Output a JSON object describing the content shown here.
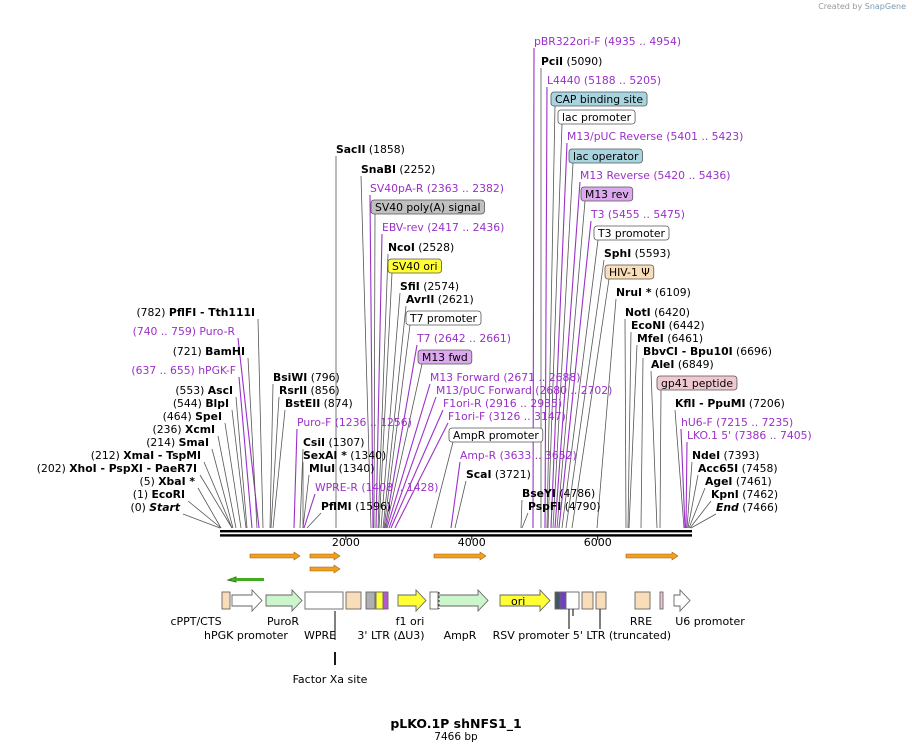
{
  "plasmid": {
    "name": "pLKO.1P shNFS1_1",
    "size": "7466 bp"
  },
  "credit": {
    "prefix": "Created by",
    "brand": "SnapGene"
  },
  "colors": {
    "enzyme": "#000000",
    "primer": "#9b30c8",
    "line_black": "#555555",
    "line_purple": "#9b30c8"
  },
  "ticks": [
    "2000",
    "4000",
    "6000"
  ],
  "labels": [
    {
      "text": "pBR322ori-F",
      "coords": "(4935 .. 4954)",
      "kind": "primer"
    },
    {
      "text": "PciI",
      "coords": "(5090)",
      "kind": "enzyme"
    },
    {
      "text": "L4440",
      "coords": "(5188 .. 5205)",
      "kind": "primer"
    },
    {
      "text": "CAP binding site",
      "kind": "feature",
      "fill": "#a8d4e0"
    },
    {
      "text": "lac promoter",
      "kind": "feature",
      "fill": "#ffffff"
    },
    {
      "text": "M13/pUC Reverse",
      "coords": "(5401 .. 5423)",
      "kind": "primer"
    },
    {
      "text": "lac operator",
      "kind": "feature",
      "fill": "#a8d4e0"
    },
    {
      "text": "M13 Reverse",
      "coords": "(5420 .. 5436)",
      "kind": "primer"
    },
    {
      "text": "M13 rev",
      "kind": "feature",
      "fill": "#dca9ef"
    },
    {
      "text": "T3",
      "coords": "(5455 .. 5475)",
      "kind": "primer"
    },
    {
      "text": "T3 promoter",
      "kind": "feature",
      "fill": "#ffffff"
    },
    {
      "text": "SphI",
      "coords": "(5593)",
      "kind": "enzyme"
    },
    {
      "text": "HIV-1 Ψ",
      "kind": "feature",
      "fill": "#f9dcb8"
    },
    {
      "text": "NruI *",
      "coords": "(6109)",
      "kind": "enzyme"
    },
    {
      "text": "NotI",
      "coords": "(6420)",
      "kind": "enzyme"
    },
    {
      "text": "EcoNI",
      "coords": "(6442)",
      "kind": "enzyme"
    },
    {
      "text": "MfeI",
      "coords": "(6461)",
      "kind": "enzyme"
    },
    {
      "text": "BbvCI",
      "sep": " - ",
      "text2": "Bpu10I",
      "coords": "(6696)",
      "kind": "enzyme"
    },
    {
      "text": "AleI",
      "coords": "(6849)",
      "kind": "enzyme"
    },
    {
      "text": "gp41 peptide",
      "kind": "feature",
      "fill": "#f0c8d2"
    },
    {
      "text": "KflI",
      "sep": " - ",
      "text2": "PpuMI",
      "coords": "(7206)",
      "kind": "enzyme"
    },
    {
      "text": "hU6-F",
      "coords": "(7215 .. 7235)",
      "kind": "primer"
    },
    {
      "text": "LKO.1 5'",
      "coords": "(7386 .. 7405)",
      "kind": "primer"
    },
    {
      "text": "NdeI",
      "coords": "(7393)",
      "kind": "enzyme"
    },
    {
      "text": "Acc65I",
      "coords": "(7458)",
      "kind": "enzyme"
    },
    {
      "text": "AgeI",
      "coords": "(7461)",
      "kind": "enzyme"
    },
    {
      "text": "KpnI",
      "coords": "(7462)",
      "kind": "enzyme"
    },
    {
      "text": "End",
      "coords": "(7466)",
      "kind": "enzyme",
      "italic": true
    },
    {
      "text": "SacII",
      "coords": "(1858)",
      "kind": "enzyme"
    },
    {
      "text": "SnaBI",
      "coords": "(2252)",
      "kind": "enzyme"
    },
    {
      "text": "SV40pA-R",
      "coords": "(2363 .. 2382)",
      "kind": "primer"
    },
    {
      "text": "SV40 poly(A) signal",
      "kind": "feature",
      "fill": "#c0c0c0"
    },
    {
      "text": "EBV-rev",
      "coords": "(2417 .. 2436)",
      "kind": "primer"
    },
    {
      "text": "NcoI",
      "coords": "(2528)",
      "kind": "enzyme"
    },
    {
      "text": "SV40 ori",
      "kind": "feature",
      "fill": "#ffff33"
    },
    {
      "text": "SfiI",
      "coords": "(2574)",
      "kind": "enzyme"
    },
    {
      "text": "AvrII",
      "coords": "(2621)",
      "kind": "enzyme"
    },
    {
      "text": "T7 promoter",
      "kind": "feature",
      "fill": "#ffffff"
    },
    {
      "text": "T7",
      "coords": "(2642 .. 2661)",
      "kind": "primer"
    },
    {
      "text": "M13 fwd",
      "kind": "feature",
      "fill": "#dca9ef"
    },
    {
      "text": "M13 Forward",
      "coords": "(2671 .. 2688)",
      "kind": "primer"
    },
    {
      "text": "M13/pUC Forward",
      "coords": "(2680 .. 2702)",
      "kind": "primer"
    },
    {
      "text": "F1ori-R",
      "coords": "(2916 .. 2935)",
      "kind": "primer"
    },
    {
      "text": "F1ori-F",
      "coords": "(3126 .. 3147)",
      "kind": "primer"
    },
    {
      "text": "AmpR promoter",
      "kind": "feature",
      "fill": "#ffffff"
    },
    {
      "text": "Amp-R",
      "coords": "(3633 .. 3652)",
      "kind": "primer"
    },
    {
      "text": "ScaI",
      "coords": "(3721)",
      "kind": "enzyme"
    },
    {
      "text": "BseYI",
      "coords": "(4786)",
      "kind": "enzyme"
    },
    {
      "text": "PspFI",
      "coords": "(4790)",
      "kind": "enzyme"
    },
    {
      "text": "BsiWI",
      "coords": "(796)",
      "kind": "enzyme"
    },
    {
      "text": "RsrII",
      "coords": "(856)",
      "kind": "enzyme"
    },
    {
      "text": "BstEII",
      "coords": "(874)",
      "kind": "enzyme"
    },
    {
      "text": "Puro-F",
      "coords": "(1236 .. 1256)",
      "kind": "primer"
    },
    {
      "text": "CsiI",
      "coords": "(1307)",
      "kind": "enzyme"
    },
    {
      "text": "SexAI *",
      "coords": "(1340)",
      "kind": "enzyme"
    },
    {
      "text": "MluI",
      "coords": "(1340)",
      "kind": "enzyme"
    },
    {
      "text": "WPRE-R",
      "coords": "(1408 .. 1428)",
      "kind": "primer"
    },
    {
      "text": "PflMI",
      "coords": "(1596)",
      "kind": "enzyme"
    },
    {
      "text": "PflFI",
      "sep": " - ",
      "text2": "Tth111I",
      "coords": "(782)",
      "kind": "enzyme",
      "left": true
    },
    {
      "text": "Puro-R",
      "coords": "(740 .. 759)",
      "kind": "primer",
      "left": true
    },
    {
      "text": "BamHI",
      "coords": "(721)",
      "kind": "enzyme",
      "left": true
    },
    {
      "text": "hPGK-F",
      "coords": "(637 .. 655)",
      "kind": "primer",
      "left": true
    },
    {
      "text": "AscI",
      "coords": "(553)",
      "kind": "enzyme",
      "left": true
    },
    {
      "text": "BlpI",
      "coords": "(544)",
      "kind": "enzyme",
      "left": true
    },
    {
      "text": "SpeI",
      "coords": "(464)",
      "kind": "enzyme",
      "left": true
    },
    {
      "text": "XcmI",
      "coords": "(236)",
      "kind": "enzyme",
      "left": true
    },
    {
      "text": "SmaI",
      "coords": "(214)",
      "kind": "enzyme",
      "left": true
    },
    {
      "text": "XmaI",
      "sep": " - ",
      "text2": "TspMI",
      "coords": "(212)",
      "kind": "enzyme",
      "left": true
    },
    {
      "text": "XhoI",
      "sep": " - ",
      "text2": "PspXI",
      "sep2": " - ",
      "text3": "PaeR7I",
      "coords": "(202)",
      "kind": "enzyme",
      "left": true
    },
    {
      "text": "XbaI *",
      "coords": "(5)",
      "kind": "enzyme",
      "left": true
    },
    {
      "text": "EcoRI",
      "coords": "(1)",
      "kind": "enzyme",
      "left": true
    },
    {
      "text": "Start",
      "coords": "(0)",
      "kind": "enzyme",
      "left": true,
      "italic": true
    }
  ],
  "features": [
    {
      "name": "cPPT/CTS",
      "fill": "#f9dcb8"
    },
    {
      "name": "hPGK promoter",
      "fill": "#ffffff"
    },
    {
      "name": "PuroR",
      "fill": "#ccf5cc"
    },
    {
      "name": "WPRE",
      "fill": "#ffffff"
    },
    {
      "name": "3' LTR (ΔU3)",
      "fill": "#f9dcb8"
    },
    {
      "name": "f1 ori",
      "fill": "#ffff33"
    },
    {
      "name": "AmpR",
      "fill": "#ccf5cc"
    },
    {
      "name": "ori",
      "fill": "#ffff33"
    },
    {
      "name": "RSV promoter",
      "fill": "#ffffff"
    },
    {
      "name": "5' LTR (truncated)",
      "fill": "#f9dcb8"
    },
    {
      "name": "RRE",
      "fill": "#f9dcb8"
    },
    {
      "name": "U6 promoter",
      "fill": "#ffffff"
    },
    {
      "name": "Factor Xa site",
      "fill": "#000000"
    }
  ]
}
